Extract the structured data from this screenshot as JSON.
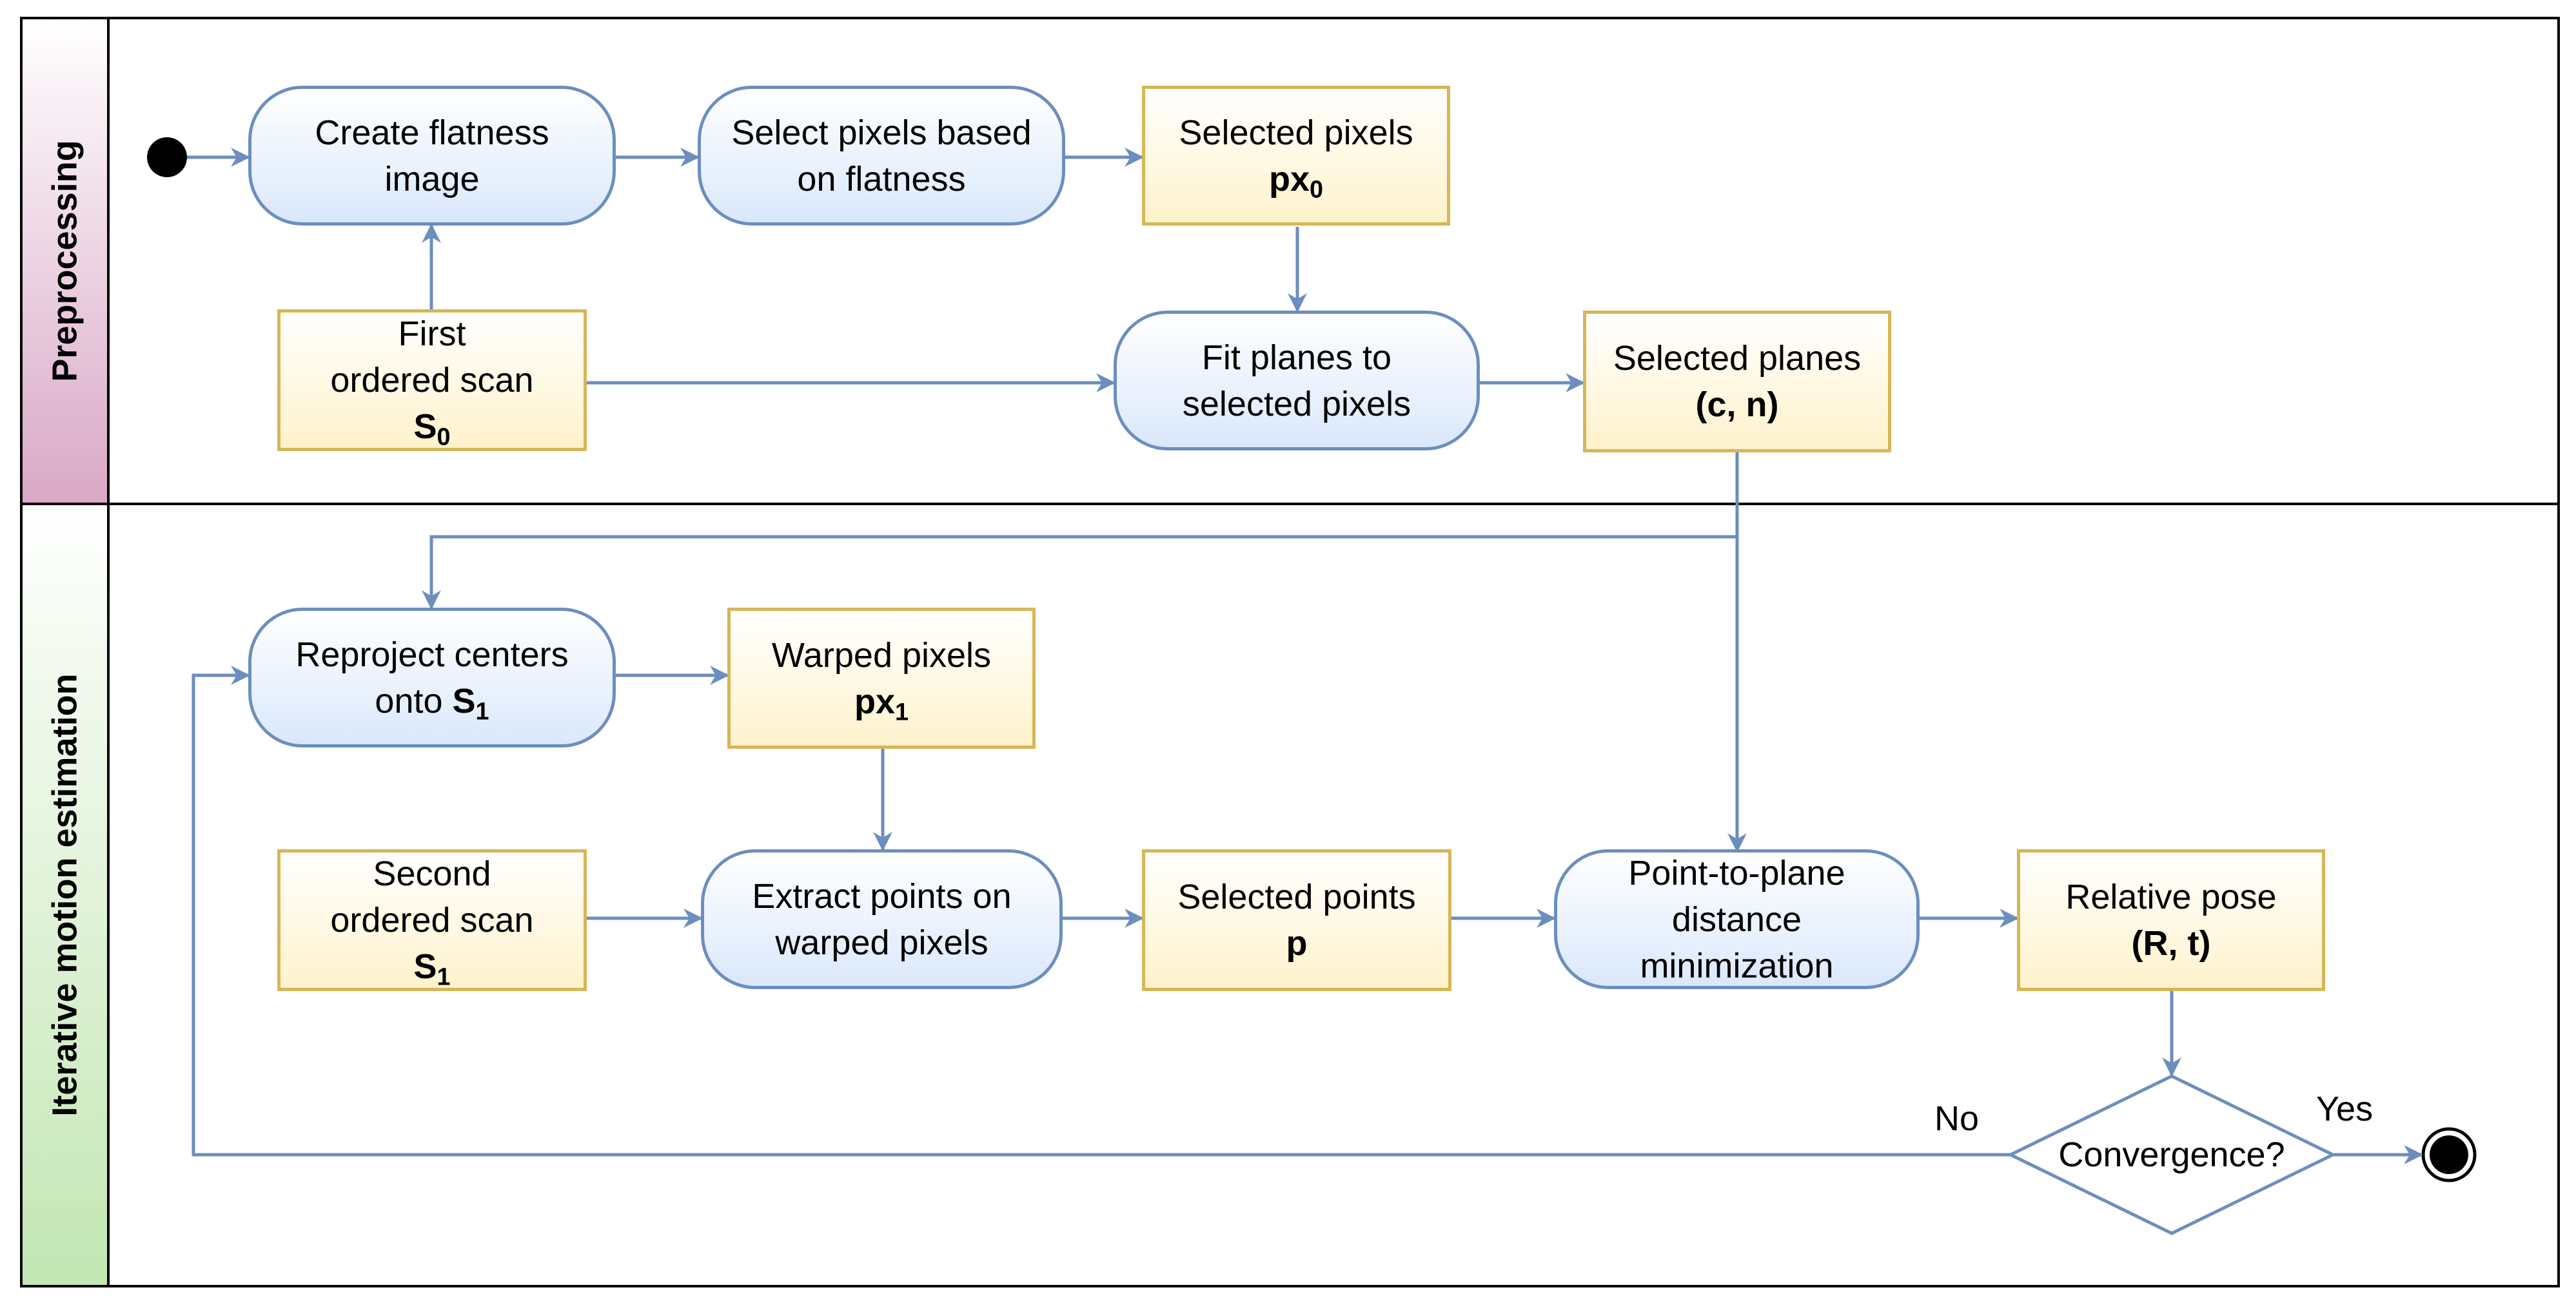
{
  "lanes": {
    "preprocessing": "Preprocessing",
    "iterative": "Iterative motion estimation"
  },
  "nodes": {
    "create_flatness": {
      "line1": "Create flatness",
      "line2": "image"
    },
    "select_pixels": {
      "line1": "Select pixels based",
      "line2": "on flatness"
    },
    "selected_pixels": {
      "line1": "Selected pixels",
      "sym": "px",
      "sub": "0"
    },
    "first_scan": {
      "line1": "First",
      "line2": "ordered scan",
      "sym": "S",
      "sub": "0"
    },
    "fit_planes": {
      "line1": "Fit planes to",
      "line2": "selected pixels"
    },
    "selected_planes": {
      "line1": "Selected planes",
      "sym": "(c, n)"
    },
    "reproject": {
      "line1": "Reproject centers",
      "line2_prefix": "onto ",
      "sym": "S",
      "sub": "1"
    },
    "warped_pixels": {
      "line1": "Warped pixels",
      "sym": "px",
      "sub": "1"
    },
    "second_scan": {
      "line1": "Second",
      "line2": "ordered scan",
      "sym": "S",
      "sub": "1"
    },
    "extract_points": {
      "line1": "Extract points on",
      "line2": "warped pixels"
    },
    "selected_points": {
      "line1": "Selected points",
      "sym": "p"
    },
    "minimization": {
      "line1": "Point-to-plane",
      "line2": "distance",
      "line3": "minimization"
    },
    "relative_pose": {
      "line1": "Relative pose",
      "sym": "(R, t)"
    },
    "convergence": {
      "label": "Convergence?"
    }
  },
  "edge_labels": {
    "no": "No",
    "yes": "Yes"
  },
  "colors": {
    "lane_border": "#000000",
    "edge": "#6c8ebf",
    "action_border": "#6c8ebf",
    "action_fill": "#dae8fc",
    "object_border": "#d6b656",
    "object_fill": "#fff2cc",
    "preprocessing_header": "#d9a8c6",
    "iterative_header": "#c3e6b3"
  }
}
